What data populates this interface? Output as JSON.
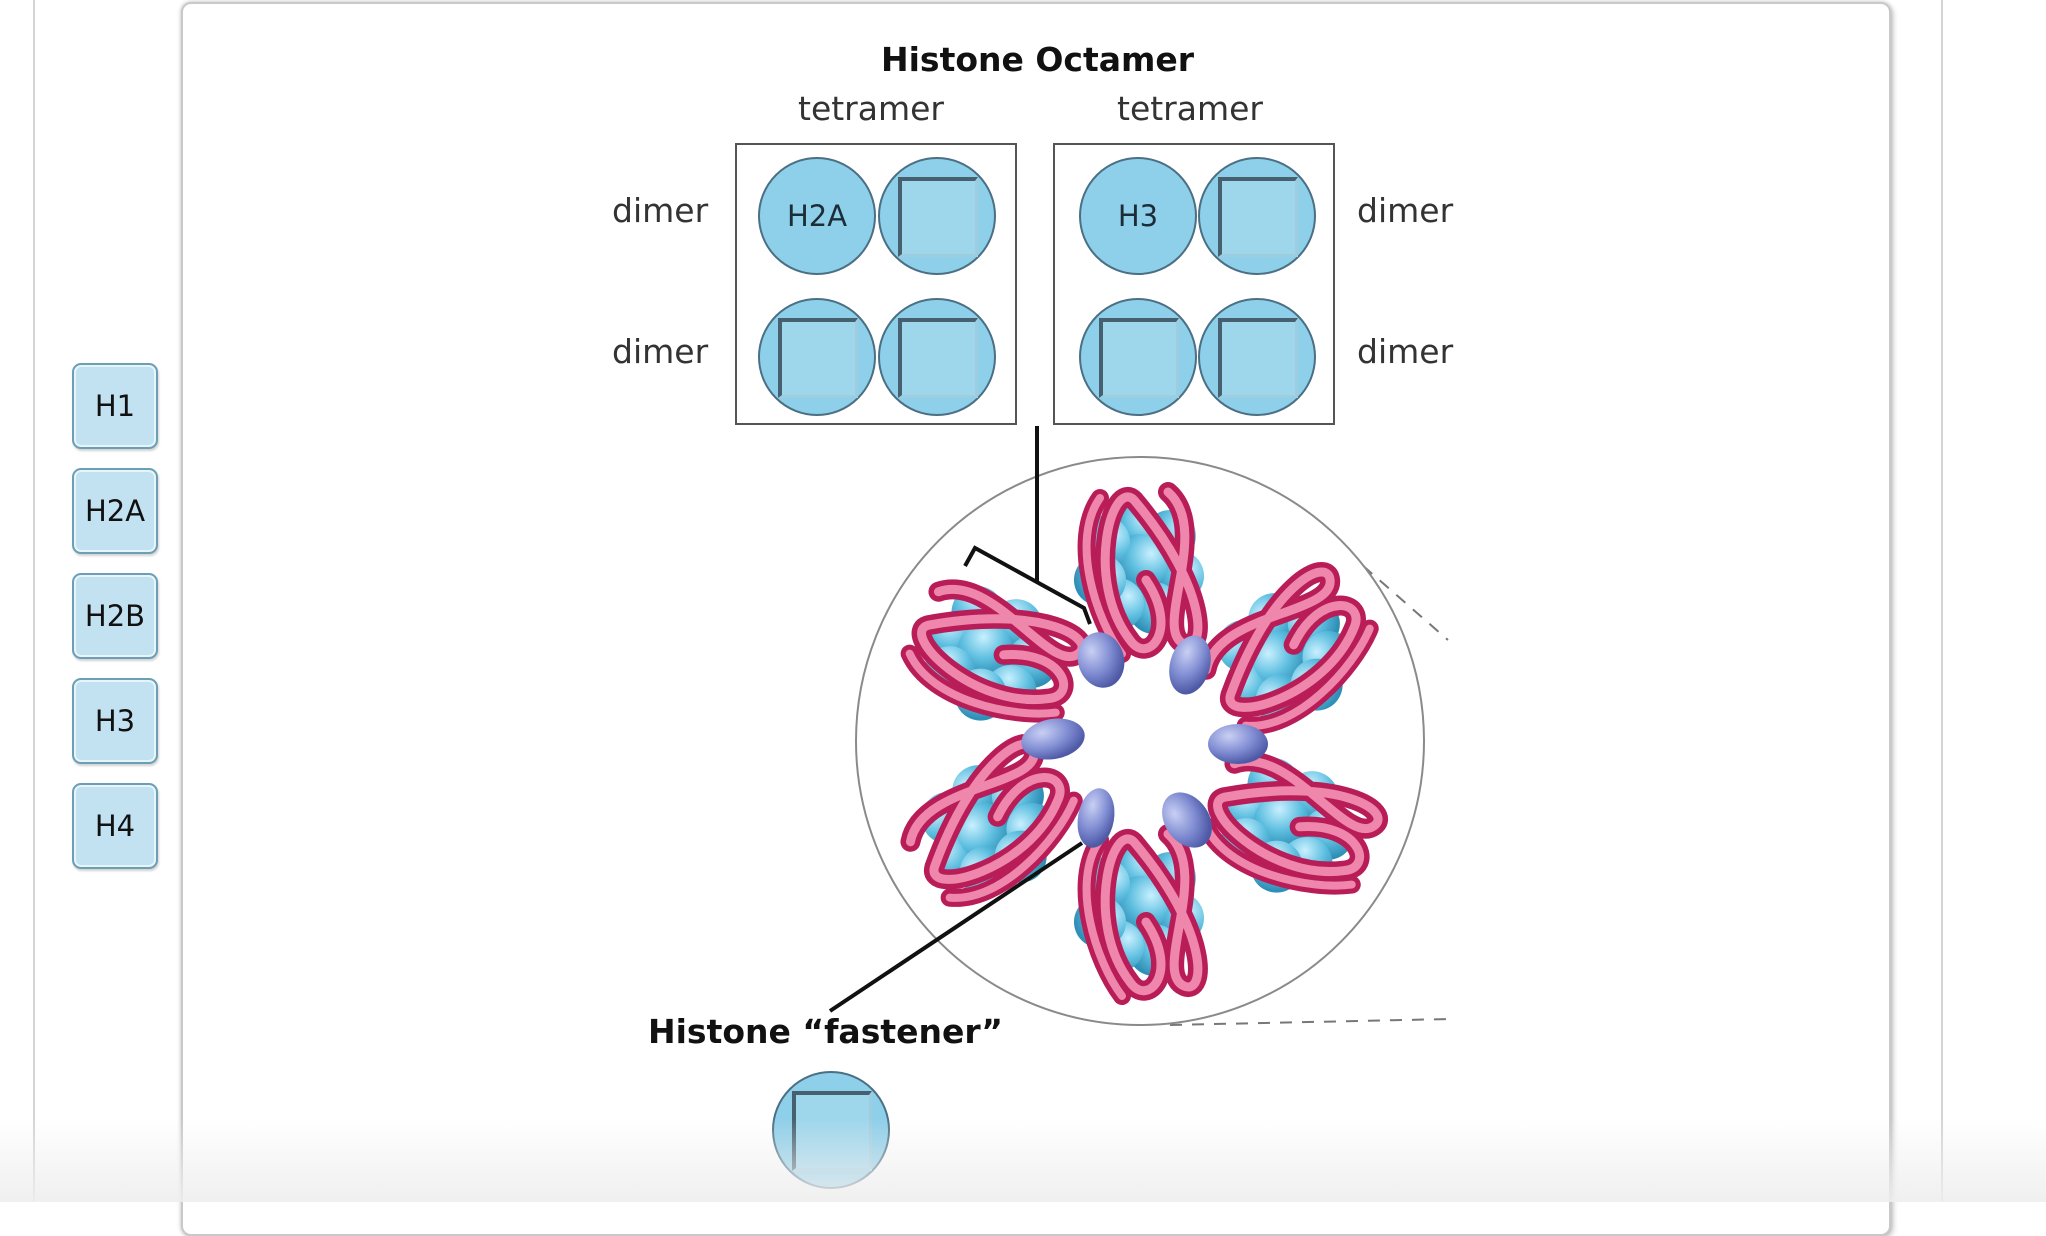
{
  "answer_bank": [
    "H1",
    "H2A",
    "H2B",
    "H3",
    "H4"
  ],
  "diagram": {
    "title": "Histone Octamer",
    "tetramer_labels": [
      "tetramer",
      "tetramer"
    ],
    "dimer_labels": [
      "dimer",
      "dimer",
      "dimer",
      "dimer"
    ],
    "left_box_slots": [
      "H2A",
      "",
      "",
      ""
    ],
    "right_box_slots": [
      "H3",
      "",
      "",
      ""
    ],
    "fastener_label": "Histone “fastener”"
  },
  "colors": {
    "histone_blue": "#8ecfe9",
    "tile_blue": "#c2e2f1",
    "dna_pink": "#d6336c",
    "fastener_purple": "#8c97d6"
  },
  "icons": {
    "drop_target": "empty-square-slot"
  }
}
